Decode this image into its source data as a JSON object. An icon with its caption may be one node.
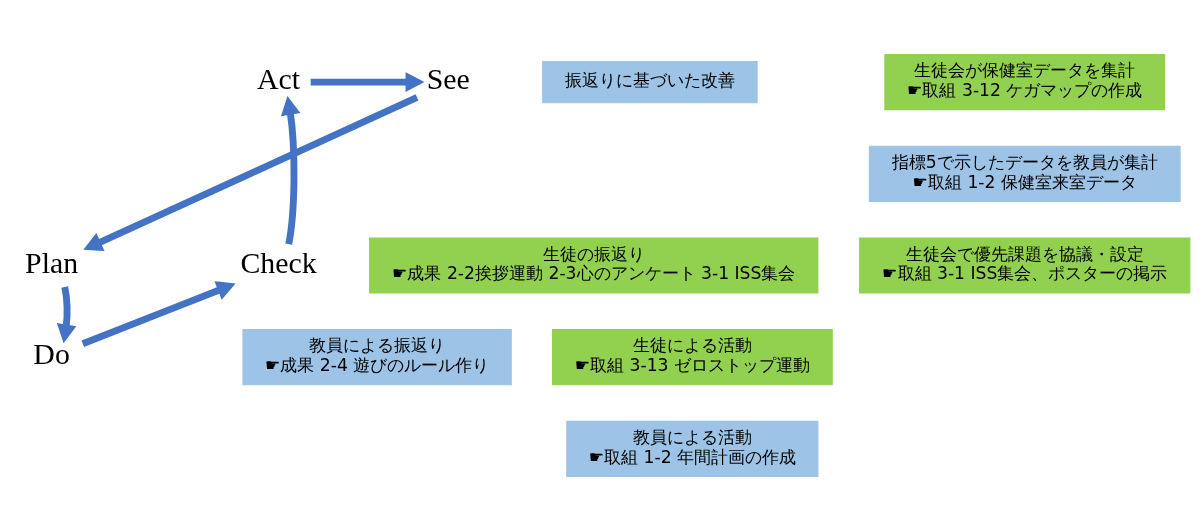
{
  "diagram": {
    "nodes": [
      {
        "text": [
          "Act"
        ]
      },
      {
        "text": [
          "See"
        ]
      },
      {
        "text": [
          "Plan"
        ]
      },
      {
        "text": [
          "Do"
        ]
      },
      {
        "text": [
          "Check"
        ]
      },
      {
        "text": [
          "振返りに基づいた改善"
        ]
      },
      {
        "text": [
          "生徒会が保健室データを集計",
          "☛取組 3-12 ケガマップの作成"
        ]
      },
      {
        "text": [
          "指標5で示したデータを教員が集計",
          "☛取組 1-2 保健室来室データ"
        ]
      },
      {
        "text": [
          "生徒会で優先課題を協議・設定",
          "☛取組 3-1 ISS集会、ポスターの掲示"
        ]
      },
      {
        "text": [
          "生徒による活動",
          "☛取組 3-13 ゼロストップ運動"
        ]
      },
      {
        "text": [
          "教員による活動",
          "☛取組 1-2 年間計画の作成"
        ]
      },
      {
        "text": [
          "生徒の振返り",
          "☛成果 2-2挨拶運動 2-3心のアンケート 3-1 ISS集会"
        ]
      },
      {
        "text": [
          "教員による振返り",
          "☛成果 2-4 遊びのルール作り"
        ]
      }
    ],
    "edges": [
      {
        "from": 0,
        "to": 1,
        "arrow": "to"
      },
      {
        "from": 1,
        "to": 2,
        "arrow": "to"
      },
      {
        "from": 2,
        "to": 3,
        "arrow": "to"
      },
      {
        "from": 3,
        "to": 4,
        "arrow": "to"
      },
      {
        "from": 4,
        "to": 0,
        "arrow": "to"
      }
    ]
  }
}
